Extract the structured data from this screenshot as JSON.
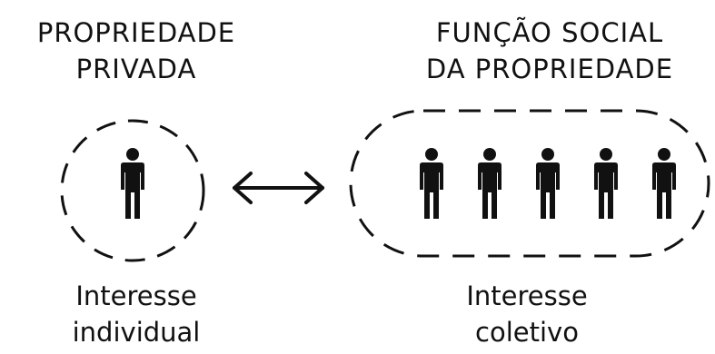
{
  "left_group": {
    "title_line1": "PROPRIEDADE",
    "title_line2": "PRIVADA",
    "caption_line1": "Interesse",
    "caption_line2": "individual",
    "person_count": 1
  },
  "right_group": {
    "title_line1": "FUNÇÃO SOCIAL",
    "title_line2": "DA PROPRIEDADE",
    "caption_line1": "Interesse",
    "caption_line2": "coletivo",
    "person_count": 5
  },
  "connector": {
    "icon": "double-headed-arrow-icon"
  },
  "colors": {
    "ink": "#111111",
    "background": "#ffffff"
  }
}
